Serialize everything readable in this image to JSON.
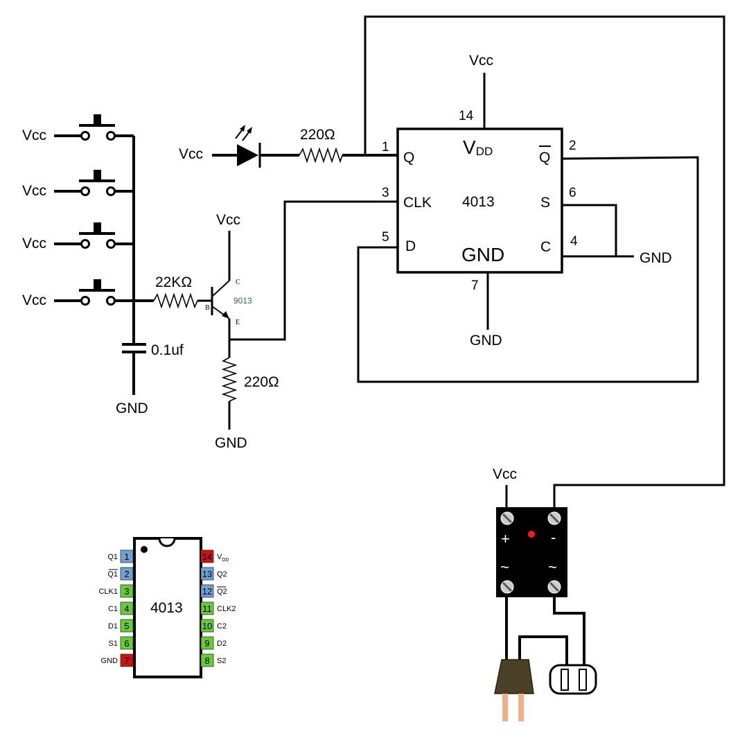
{
  "supply": {
    "vcc": "Vcc",
    "gnd": "GND"
  },
  "buttons": {
    "vcc_labels": [
      "Vcc",
      "Vcc",
      "Vcc",
      "Vcc"
    ]
  },
  "capacitor": {
    "value": "0.1uf"
  },
  "led_resistor": {
    "value": "220Ω"
  },
  "base_resistor": {
    "value": "22KΩ"
  },
  "emitter_resistor": {
    "value": "220Ω"
  },
  "transistor": {
    "part": "9013",
    "collector": "C",
    "base": "B",
    "emitter": "E"
  },
  "flipflop": {
    "part": "4013",
    "vdd": "V",
    "vdd_sub": "DD",
    "gnd": "GND",
    "pins": {
      "q": "Q",
      "q_num": "1",
      "qbar": "Q",
      "qbar_num": "2",
      "clk": "CLK",
      "clk_num": "3",
      "d": "D",
      "d_num": "5",
      "s": "S",
      "s_num": "6",
      "c": "C",
      "c_num": "4",
      "vdd_num": "14",
      "gnd_num": "7"
    }
  },
  "relay": {
    "plus": "+",
    "minus": "-",
    "ac1": "~",
    "ac2": "~"
  },
  "pinout": {
    "part": "4013",
    "left": [
      {
        "num": "1",
        "label": "Q1",
        "overline": false,
        "color": "#6fa0d6"
      },
      {
        "num": "2",
        "label": "Q1",
        "overline": true,
        "color": "#6fa0d6"
      },
      {
        "num": "3",
        "label": "CLK1",
        "overline": false,
        "color": "#66cc33"
      },
      {
        "num": "4",
        "label": "C1",
        "overline": false,
        "color": "#66cc33"
      },
      {
        "num": "5",
        "label": "D1",
        "overline": false,
        "color": "#66cc33"
      },
      {
        "num": "6",
        "label": "S1",
        "overline": false,
        "color": "#66cc33"
      },
      {
        "num": "7",
        "label": "GND",
        "overline": false,
        "color": "#cc1111"
      }
    ],
    "right": [
      {
        "num": "14",
        "label": "V",
        "sub": "DD",
        "overline": false,
        "color": "#cc1111"
      },
      {
        "num": "13",
        "label": "Q2",
        "overline": false,
        "color": "#6fa0d6"
      },
      {
        "num": "12",
        "label": "Q2",
        "overline": true,
        "color": "#6fa0d6"
      },
      {
        "num": "11",
        "label": "CLK2",
        "overline": false,
        "color": "#66cc33"
      },
      {
        "num": "10",
        "label": "C2",
        "overline": false,
        "color": "#66cc33"
      },
      {
        "num": "9",
        "label": "D2",
        "overline": false,
        "color": "#66cc33"
      },
      {
        "num": "8",
        "label": "S2",
        "overline": false,
        "color": "#66cc33"
      }
    ]
  }
}
